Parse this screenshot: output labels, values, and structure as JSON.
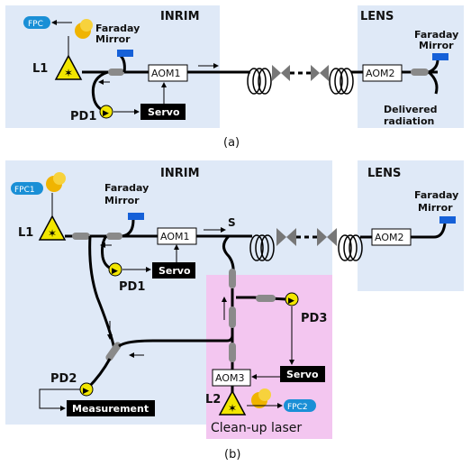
{
  "panel_a": {
    "inrim_title": "INRIM",
    "lens_title": "LENS",
    "fpc": "FPC",
    "faraday_mirror_line1": "Faraday",
    "faraday_mirror_line2": "Mirror",
    "lens_faraday_line1": "Faraday",
    "lens_faraday_line2": "Mirror",
    "laser_label": "L1",
    "pd_label": "PD1",
    "aom1": "AOM1",
    "aom2": "AOM2",
    "servo": "Servo",
    "delivered_line1": "Delivered",
    "delivered_line2": "radiation",
    "caption": "(a)"
  },
  "panel_b": {
    "inrim_title": "INRIM",
    "lens_title": "LENS",
    "fpc1": "FPC1",
    "fpc2": "FPC2",
    "faraday_mirror_line1": "Faraday",
    "faraday_mirror_line2": "Mirror",
    "lens_faraday_line1": "Faraday",
    "lens_faraday_line2": "Mirror",
    "laser1_label": "L1",
    "laser2_label": "L2",
    "pd1": "PD1",
    "pd2": "PD2",
    "pd3": "PD3",
    "aom1": "AOM1",
    "aom2": "AOM2",
    "aom3": "AOM3",
    "servo1": "Servo",
    "servo2": "Servo",
    "measurement": "Measurement",
    "s_label": "S",
    "cleanup_laser": "Clean-up laser",
    "caption": "(b)"
  },
  "colors": {
    "inrim_bg": "#dfe9f7",
    "lens_bg": "#dfe9f7",
    "cleanup_bg": "#f3c6f0",
    "laser_yellow": "#f2e600",
    "fpc_blue": "#1a8fd6",
    "mirror_blue": "#1560d8",
    "servo_black": "#000000",
    "coupler_gray": "#8a8a8a"
  }
}
